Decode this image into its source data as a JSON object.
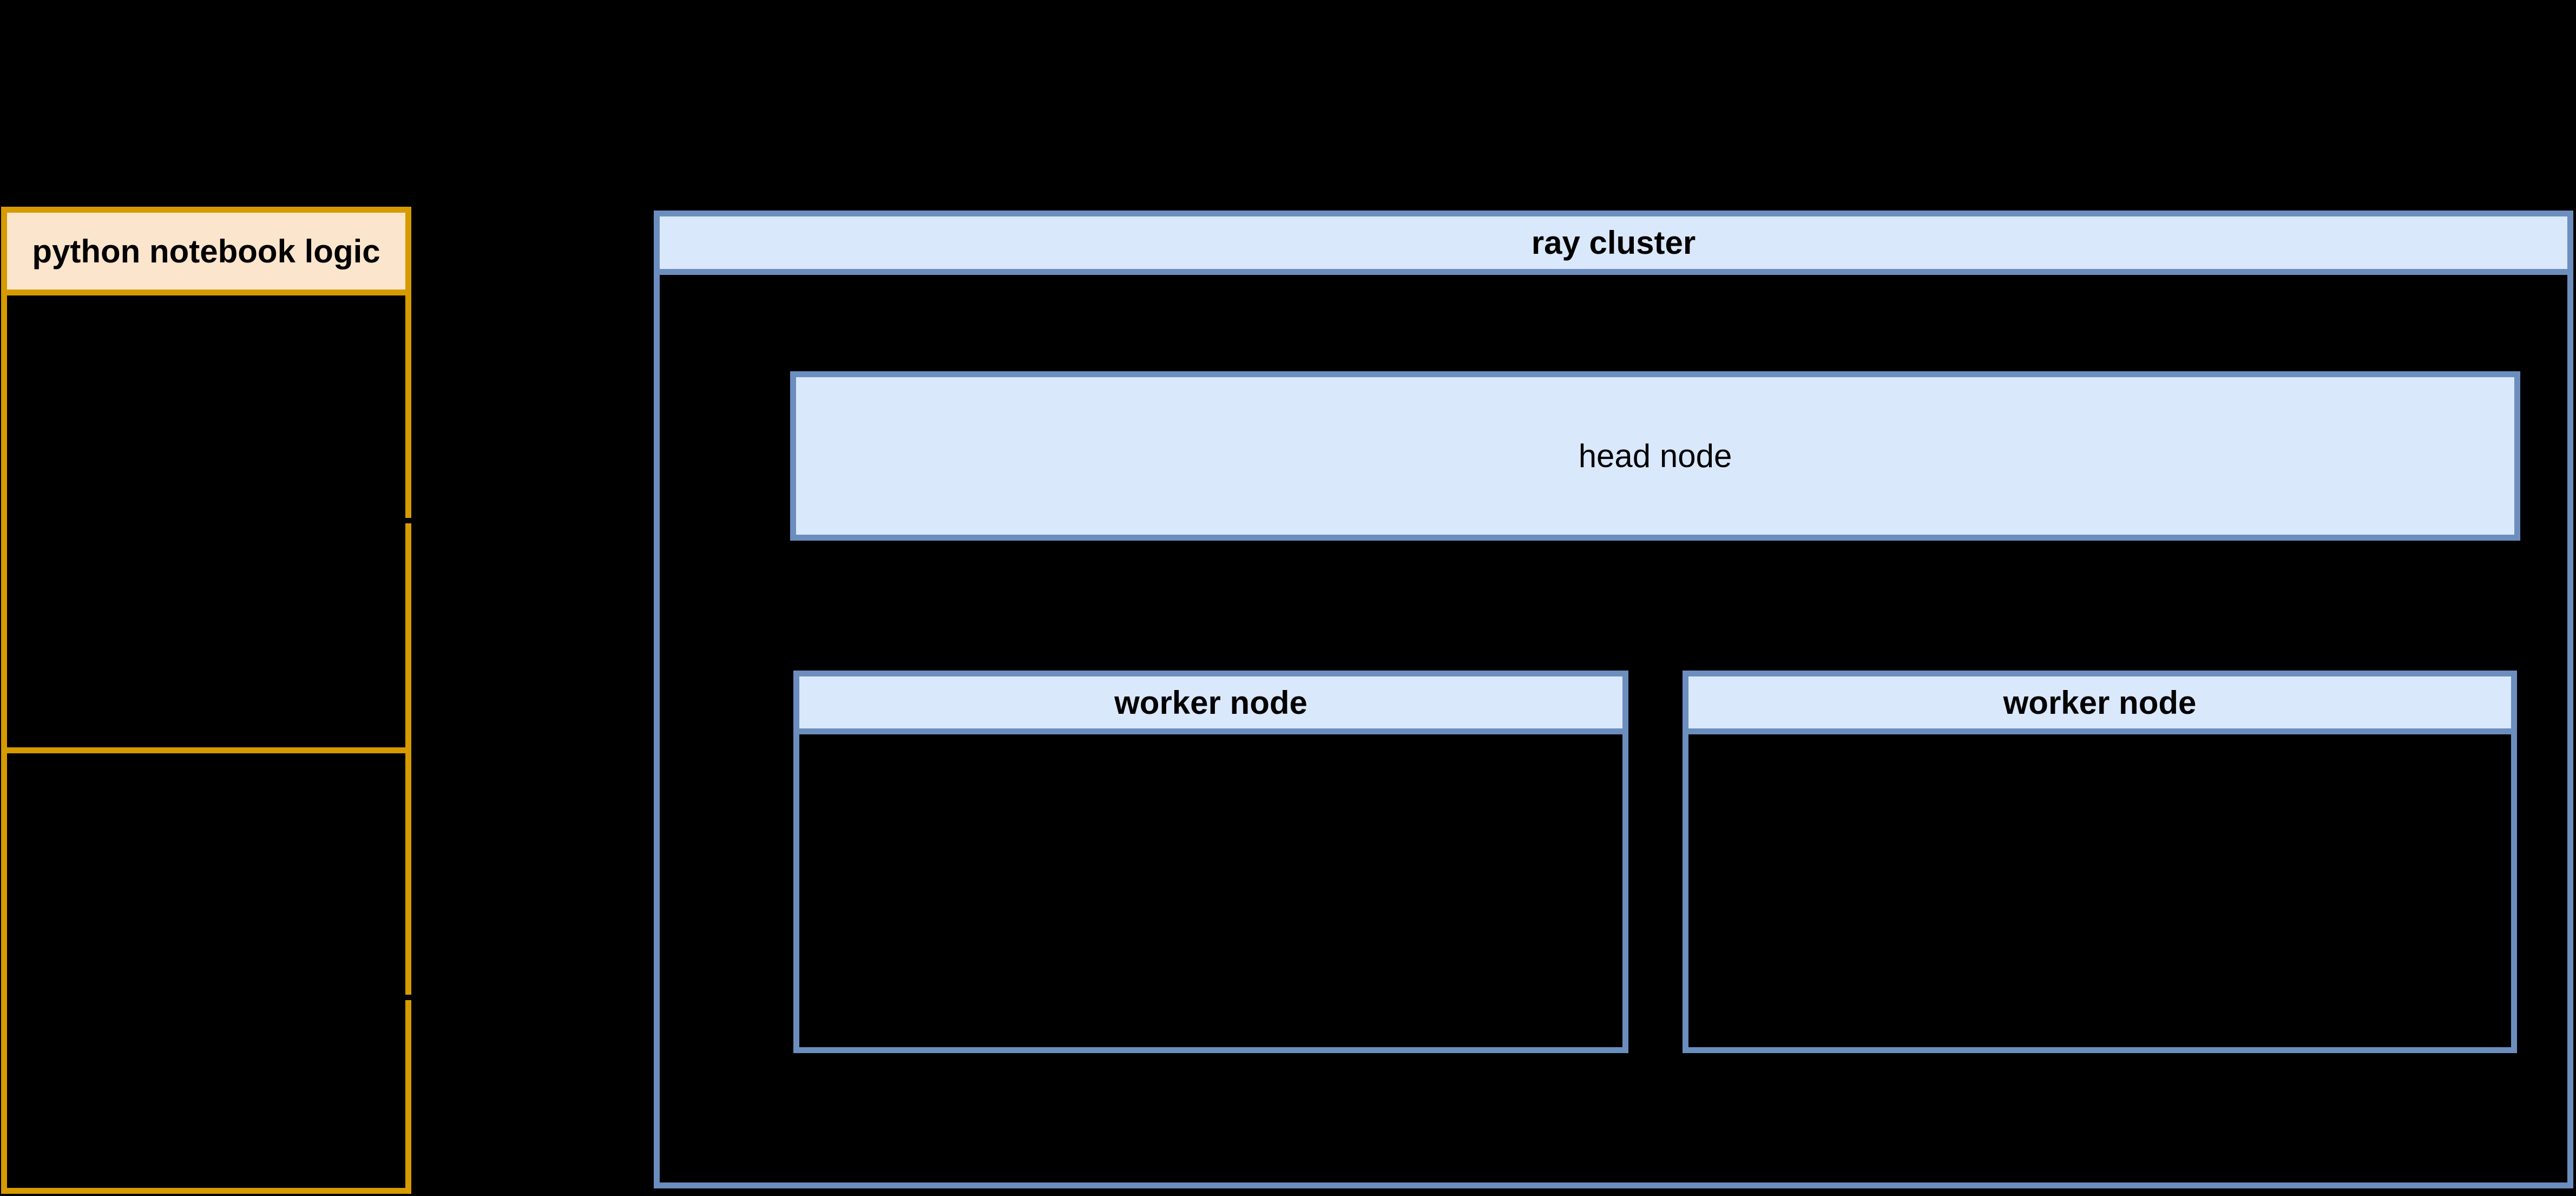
{
  "diagram": {
    "background_color": "#000000",
    "text_color": "#000000",
    "python_notebook": {
      "label": "python notebook logic",
      "fill_color": "#FCE5CD",
      "stroke_color": "#D79B00",
      "section_count": 2
    },
    "ray_cluster": {
      "label": "ray cluster",
      "fill_color": "#DAE8FC",
      "stroke_color": "#6C8EBF",
      "head_node": {
        "label": "head node"
      },
      "workers": [
        {
          "label": "worker node"
        },
        {
          "label": "worker node"
        }
      ]
    },
    "connector_color": "#000000"
  }
}
